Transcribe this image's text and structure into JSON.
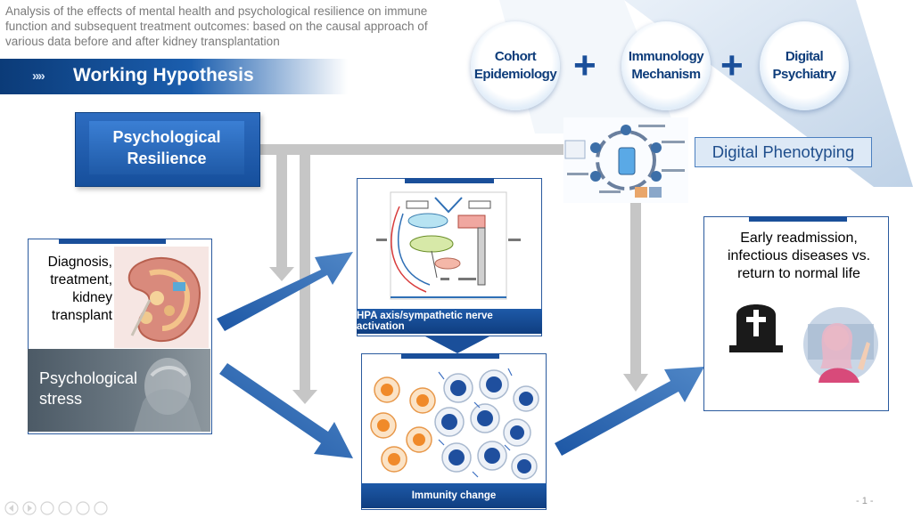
{
  "slide": {
    "title": "Analysis of the effects of mental health and psychological resilience on immune function and subsequent treatment outcomes: based on the causal approach of various data before and after kidney transplantation",
    "hypothesis_chevron": "»»",
    "hypothesis_label": "Working Hypothesis",
    "page_number": "- 1 -"
  },
  "approaches": [
    {
      "line1": "Cohort",
      "line2": "Epidemiology"
    },
    {
      "line1": "Immunology",
      "line2": "Mechanism"
    },
    {
      "line1": "Digital",
      "line2": "Psychiatry"
    }
  ],
  "plus_symbol": "+",
  "resilience": {
    "line1": "Psychological",
    "line2": "Resilience"
  },
  "digital_phenotyping": "Digital Phenotyping",
  "diagnosis": {
    "lines": [
      "Diagnosis,",
      "treatment,",
      "kidney",
      "transplant"
    ]
  },
  "stress": {
    "line1": "Psychological",
    "line2": "stress"
  },
  "hpa_caption": "HPA axis/sympathetic nerve activation",
  "immunity_caption": "Immunity change",
  "outcome": {
    "line1": "Early readmission,",
    "line2": "infectious diseases vs.",
    "line3": "return to normal life"
  },
  "colors": {
    "navy": "#0d3c7a",
    "accent": "#1a4f9a",
    "arrow": "#2c66b0",
    "grey_arrow": "#c6c6c6"
  }
}
